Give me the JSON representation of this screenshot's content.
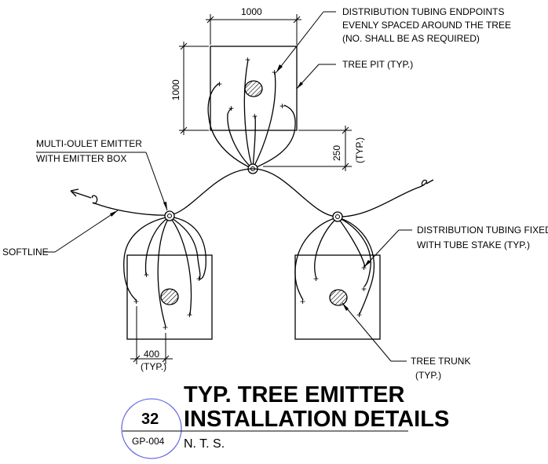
{
  "title": {
    "line1": "TYP. TREE EMITTER",
    "line2": "INSTALLATION DETAILS",
    "scale": "N. T. S."
  },
  "detail_tag": {
    "number": "32",
    "sheet": "GP-004",
    "circle_color": "#6a6ae8"
  },
  "dimensions": {
    "pit_width": "1000",
    "pit_height": "1000",
    "offset": "250",
    "offset_note": "(TYP.)",
    "spacing": "400",
    "spacing_note": "(TYP.)"
  },
  "labels": {
    "endpoints": [
      "DISTRIBUTION TUBING ENDPOINTS",
      "EVENLY SPACED AROUND THE TREE",
      "(NO. SHALL BE AS REQUIRED)"
    ],
    "tree_pit": "TREE PIT (TYP.)",
    "emitter": [
      "MULTI-OULET EMITTER",
      "WITH EMITTER BOX"
    ],
    "softline": "SOFTLINE",
    "fixed": [
      "DISTRIBUTION TUBING FIXED",
      "WITH TUBE STAKE (TYP.)"
    ],
    "trunk": [
      "TREE TRUNK",
      "(TYP.)"
    ]
  }
}
